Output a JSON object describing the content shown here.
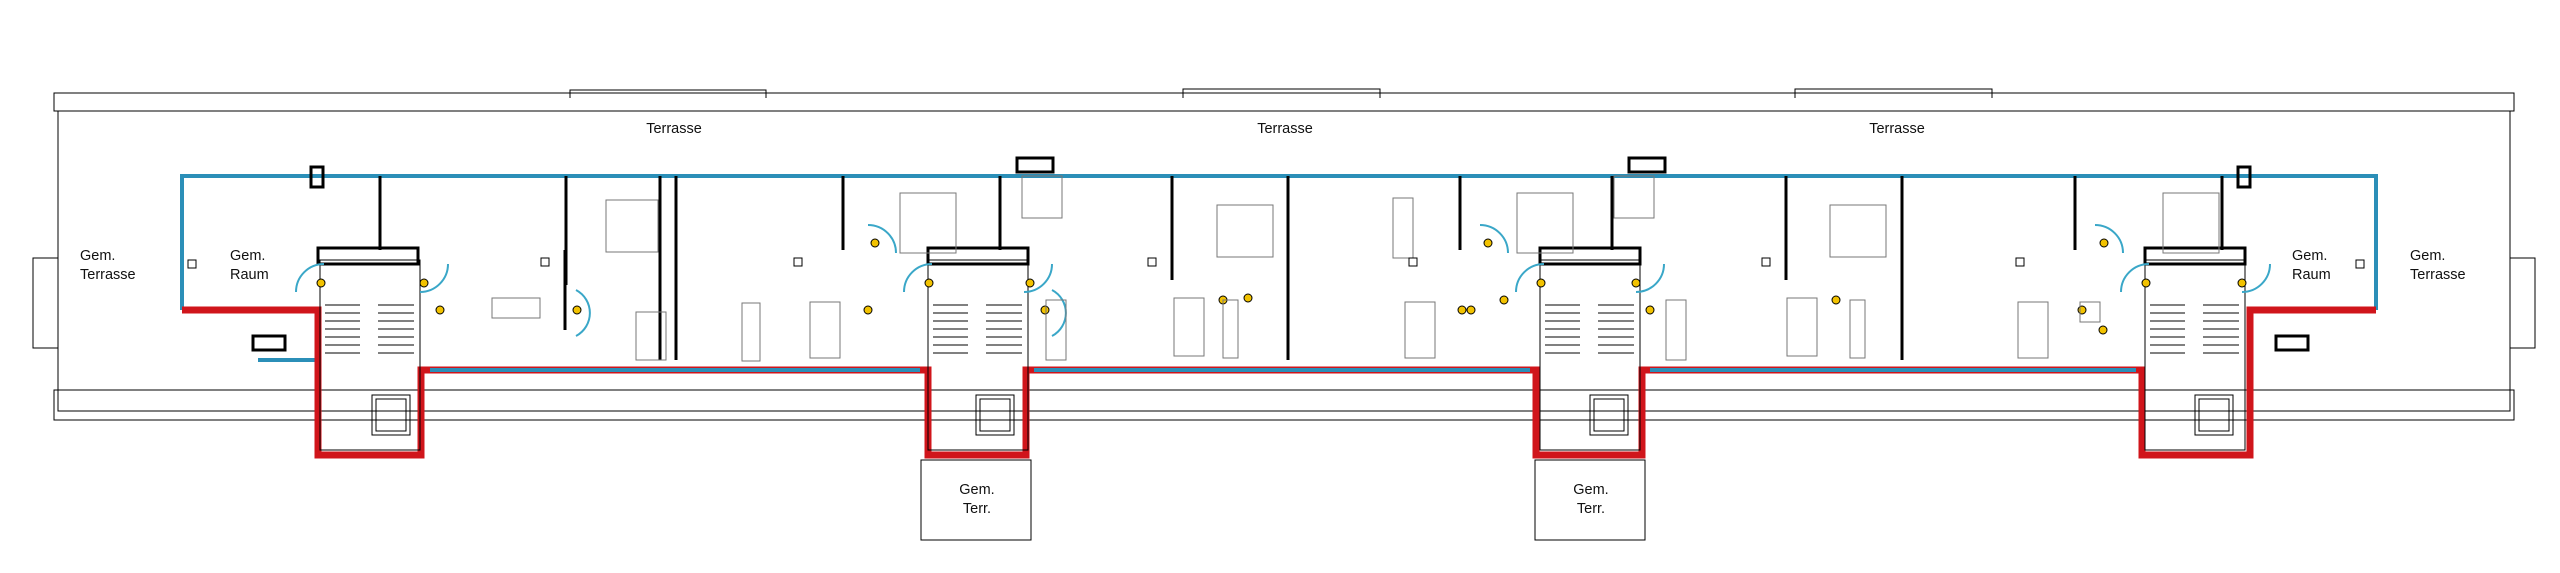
{
  "labels": {
    "terrasse_1": "Terrasse",
    "terrasse_2": "Terrasse",
    "terrasse_3": "Terrasse",
    "gem_terrasse_left": [
      "Gem.",
      "Terrasse"
    ],
    "gem_raum_left": [
      "Gem.",
      "Raum"
    ],
    "gem_raum_right": [
      "Gem.",
      "Raum"
    ],
    "gem_terrasse_right": [
      "Gem.",
      "Terrasse"
    ],
    "gem_terr_1": [
      "Gem.",
      "Terr."
    ],
    "gem_terr_2": [
      "Gem.",
      "Terr."
    ]
  },
  "colors": {
    "wall": "#000000",
    "exterior_wall_red": "#d0151b",
    "window_blue": "#2b8fb8",
    "door_swing": "#3aa7c8",
    "marker_yellow": "#f2c200"
  }
}
